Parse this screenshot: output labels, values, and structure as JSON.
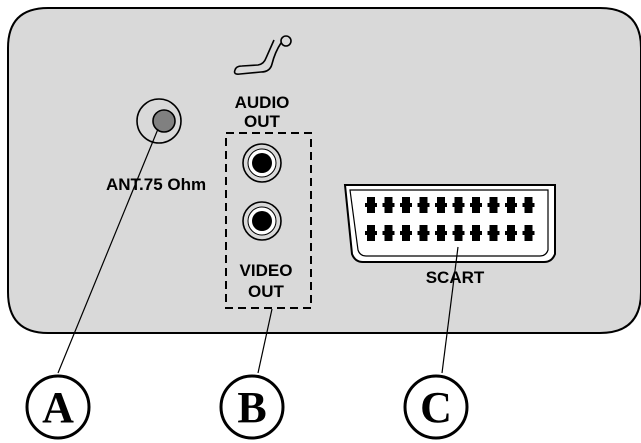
{
  "labels": {
    "audio_line1": "AUDIO",
    "audio_line2": "OUT",
    "antenna": "ANT.75 Ohm",
    "video_line1": "VIDEO",
    "video_line2": "OUT",
    "scart": "SCART"
  },
  "callouts": {
    "a": "A",
    "b": "B",
    "c": "C"
  },
  "colors": {
    "panel_fill": "#d9d9d9",
    "line": "#000000",
    "jack_center": "#808080",
    "background": "#ffffff"
  },
  "icons": {
    "audio_symbol": "audio-cable-icon",
    "antenna_connector": "antenna-jack-icon",
    "rca_jack": "rca-jack-icon",
    "scart_connector": "scart-connector-icon"
  }
}
